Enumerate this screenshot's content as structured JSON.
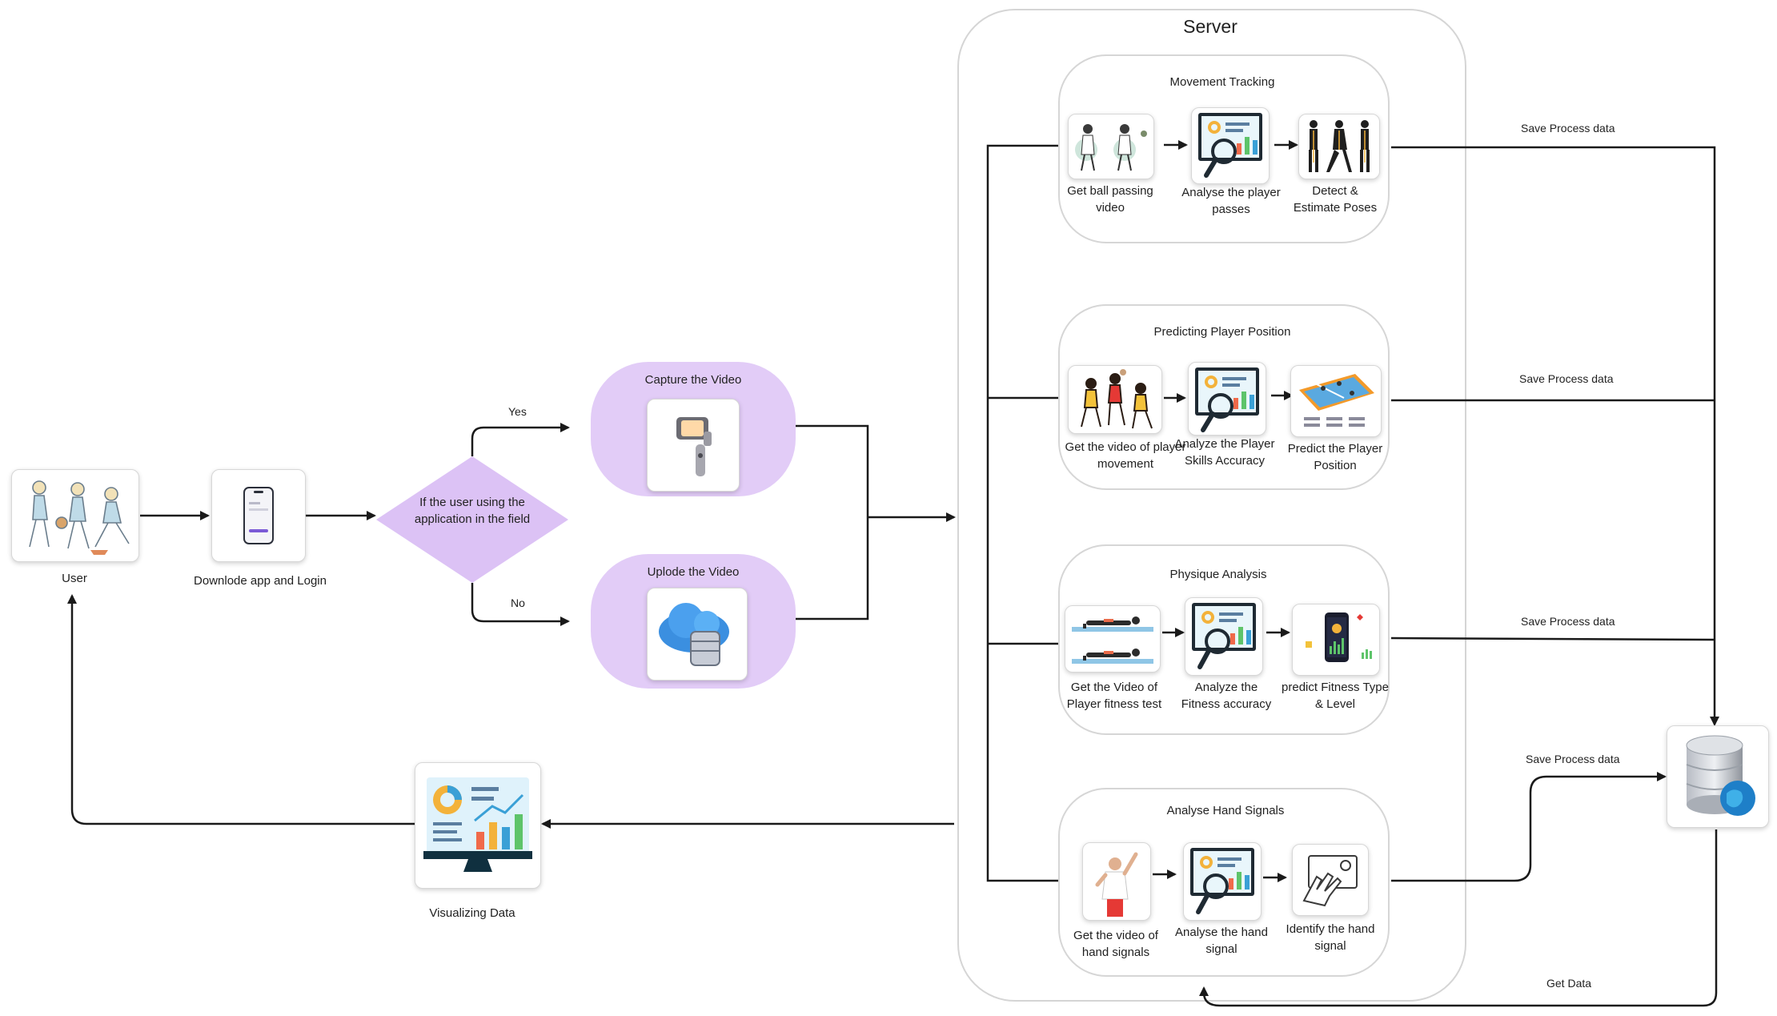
{
  "server": {
    "title": "Server"
  },
  "nodes": {
    "user": "User",
    "download": "Downlode app and Login",
    "decision": "If the user using the application in the field",
    "capture": "Capture the Video",
    "upload": "Uplode the  Video",
    "visualize": "Visualizing Data"
  },
  "edges": {
    "yes": "Yes",
    "no": "No",
    "save1": "Save Process data",
    "save2": "Save Process data",
    "save3": "Save Process data",
    "save4": "Save Process data",
    "get_data": "Get Data"
  },
  "panels": {
    "movement": {
      "title": "Movement Tracking",
      "step1": "Get ball passing video",
      "step2": "Analyse the player passes",
      "step3": "Detect & Estimate Poses"
    },
    "position": {
      "title": "Predicting Player Position",
      "step1": "Get the video of player movement",
      "step2": "Analyze the Player Skills Accuracy",
      "step3": "Predict the Player Position"
    },
    "physique": {
      "title": "Physique Analysis",
      "step1": "Get the Video of Player fitness test",
      "step2": "Analyze the Fitness accuracy",
      "step3": "predict Fitness Type & Level"
    },
    "signals": {
      "title": "Analyse Hand Signals",
      "step1": "Get the video of hand signals",
      "step2": "Analyse the hand signal",
      "step3": "Identify the hand signal"
    }
  },
  "colors": {
    "pill": "#e2ccf7",
    "diamond": "#dcc2f5",
    "line": "#1a1a1a",
    "border": "#d6d6d6"
  },
  "icons": [
    "players-illustration",
    "phone-icon",
    "gimbal-icon",
    "cloud-database-icon",
    "analytics-monitor-icon",
    "pose-figures-icon",
    "court-icon",
    "fitness-app-icon",
    "hand-signal-icon",
    "database-globe-icon",
    "dashboard-icon"
  ]
}
